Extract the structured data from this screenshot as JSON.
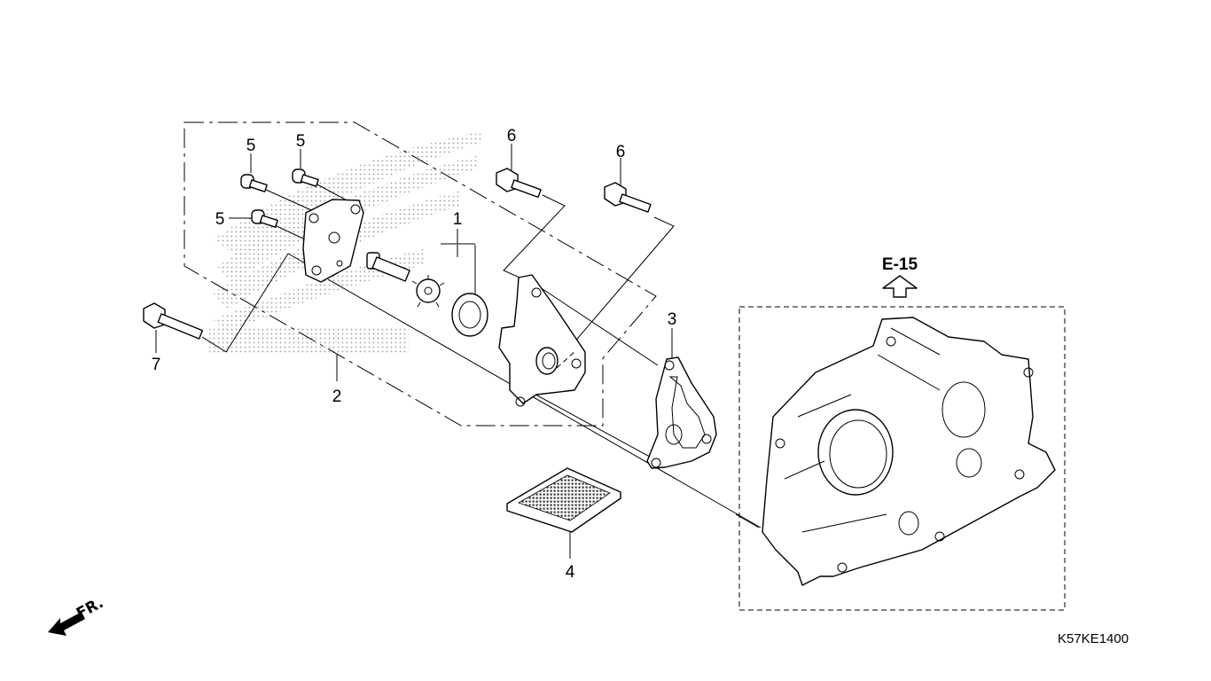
{
  "diagram": {
    "title": "Oil Pump exploded parts diagram",
    "callouts": [
      {
        "id": "c1",
        "label": "1",
        "part": "oil-pump-rotor-set"
      },
      {
        "id": "c2",
        "label": "2",
        "part": "oil-pump-assembly"
      },
      {
        "id": "c3",
        "label": "3",
        "part": "oil-pump-gasket"
      },
      {
        "id": "c4",
        "label": "4",
        "part": "oil-strainer-screen"
      },
      {
        "id": "c5a",
        "label": "5",
        "part": "screw-a"
      },
      {
        "id": "c5b",
        "label": "5",
        "part": "screw-b"
      },
      {
        "id": "c5c",
        "label": "5",
        "part": "screw-c"
      },
      {
        "id": "c6a",
        "label": "6",
        "part": "flange-bolt-a"
      },
      {
        "id": "c6b",
        "label": "6",
        "part": "flange-bolt-b"
      },
      {
        "id": "c7",
        "label": "7",
        "part": "long-flange-bolt"
      }
    ],
    "reference": {
      "label": "E-15",
      "icon": "up-arrow-outline-icon",
      "description": "crankcase reference section"
    },
    "direction": {
      "label": "FR.",
      "icon": "front-direction-arrow-icon"
    },
    "figure_code": "K57KE1400",
    "colors": {
      "line": "#000000",
      "background": "#ffffff",
      "watermark": "#9a9a9a"
    }
  }
}
